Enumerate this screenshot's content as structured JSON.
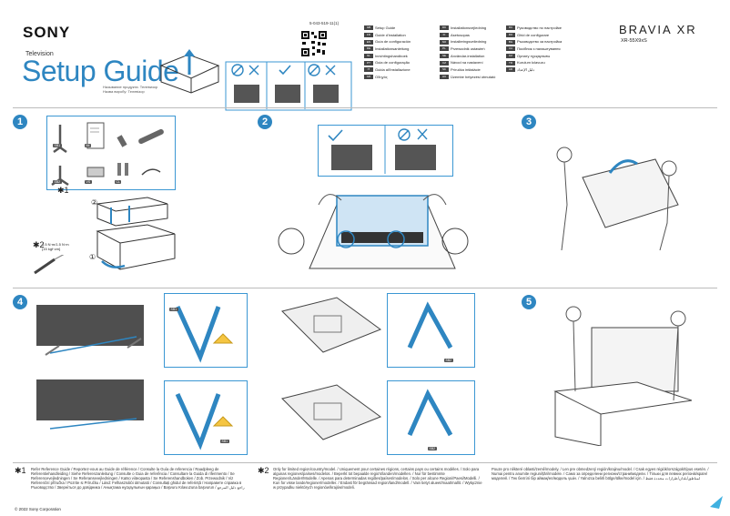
{
  "header": {
    "brand": "SONY",
    "product_category": "Television",
    "title": "Setup Guide",
    "subtitle_lines": [
      "Называние продукта: Телевизор",
      "Назва виробу: Телевізор"
    ],
    "doc_code": "5-043-519-11(1)",
    "product_line": "BRAVIA XR",
    "model": "XR-55X9xS"
  },
  "languages": {
    "col1": [
      {
        "tag": "GB",
        "name": "Setup Guide"
      },
      {
        "tag": "FR",
        "name": "Guide d'installation"
      },
      {
        "tag": "ES",
        "name": "Guía de configuración"
      },
      {
        "tag": "DE",
        "name": "Installationsanleitung"
      },
      {
        "tag": "NL",
        "name": "Inrichtingshandboek"
      },
      {
        "tag": "PT",
        "name": "Guia de configuração"
      },
      {
        "tag": "IT",
        "name": "Guida all'installazione"
      },
      {
        "tag": "GR",
        "name": "Οδηγός"
      }
    ],
    "col2": [
      {
        "tag": "DK",
        "name": "Installationsvejledning"
      },
      {
        "tag": "FI",
        "name": "Asetusopas"
      },
      {
        "tag": "NO",
        "name": "Installeringsveiledning"
      },
      {
        "tag": "PL",
        "name": "Przewodnik ustawień"
      },
      {
        "tag": "SE",
        "name": "Användar-installation"
      },
      {
        "tag": "CZ",
        "name": "Návod na nastavení"
      },
      {
        "tag": "SK",
        "name": "Príručka inštalácie"
      },
      {
        "tag": "HU",
        "name": "Üzembe helyezési útmutató"
      }
    ],
    "col3": [
      {
        "tag": "RU",
        "name": "Руководство по настройке"
      },
      {
        "tag": "RO",
        "name": "Ghid de configurare"
      },
      {
        "tag": "BG",
        "name": "Ръководство за настройка"
      },
      {
        "tag": "UA",
        "name": "Посібник з налаштування"
      },
      {
        "tag": "KZ",
        "name": "Орнату нұсқаулығы"
      },
      {
        "tag": "TR",
        "name": "Kurulum kılavuzu"
      },
      {
        "tag": "AR",
        "name": "دليل الإعداد"
      }
    ]
  },
  "steps": [
    {
      "number": "1"
    },
    {
      "number": "2"
    },
    {
      "number": "3"
    },
    {
      "number": "4"
    },
    {
      "number": "5"
    }
  ],
  "step1": {
    "part_labels": [
      "SB1",
      "IM",
      "SB2",
      "VS",
      "CL"
    ],
    "footnote_ref_1": "✱1",
    "footnote_ref_2": "✱2",
    "torque": "1.5 N·m/1.5 N·m\n{15 kgf·cm}",
    "callouts": [
      "②",
      "①"
    ]
  },
  "step4": {
    "labels": [
      "SB1",
      "SB2",
      "SB1",
      "SB2"
    ]
  },
  "footer": {
    "note1_mark": "✱1",
    "note1": "Refer Reference Guide / Reportez-vous au Guide de référence / Consulte la Guía de referencia / Raadpleeg de Referentiehandleiding / Siehe Referenzanleitung / Consulte o Guia de referência / Consultare la Guida di riferimento / Se Referencevejledningen / Se Referansevejledningen / Katso viiteopasta / Se Referenshandboken / Zob. Przewodnik / Viz Referenční příručka / Pozrite si Príručku / Lásd: Felhasználói útmutató / Consultați ghidul de referință / Направете справка в Ръководство / Зверніться до довідника / Анықтама нұсқаулығын қараңыз / Başvuru Kılavuzuna başvurun / راجع دليل المرجع",
    "note2_mark": "✱2",
    "note2": "Only for limited region/country/model. / Uniquement pour certaines régions, certains pays ou certains modèles. / Solo para algunas regiones/países/modelos. / Beperkt tot bepaalde regio's/landen/modellen. / Nur für bestimmte Regionen/Länder/Modelle. / Apenas para determinadas regiões/países/modelos. / Solo per alcune Regioni/Paesi/Modelli. / Kun for visse lande/regioner/modeller. / Endast för begränsad region/land/modell. / Vain tietyt alueet/maat/mallit. / Wyłącznie w przypadku niektórych regionów/krajów/modeli.",
    "note3": "Pouze pro některé oblasti/země/modely. / Len pre obmedzený región/krajinu/model. / Csak egyes régiók/országok/típus esetén. / Numai pentru anumite regiuni/țări/modele. / Само за определени региони/страни/модели. / Тільки для певних регіонів/країн/моделей. / Тек белгілі бір аймақ/ел/модель үшін. / Yalnızca belirli bölge/ülke/model için. / لمناطق/بلدان/طرازات محددة فقط",
    "copyright": "© 2022 Sony Corporation"
  }
}
